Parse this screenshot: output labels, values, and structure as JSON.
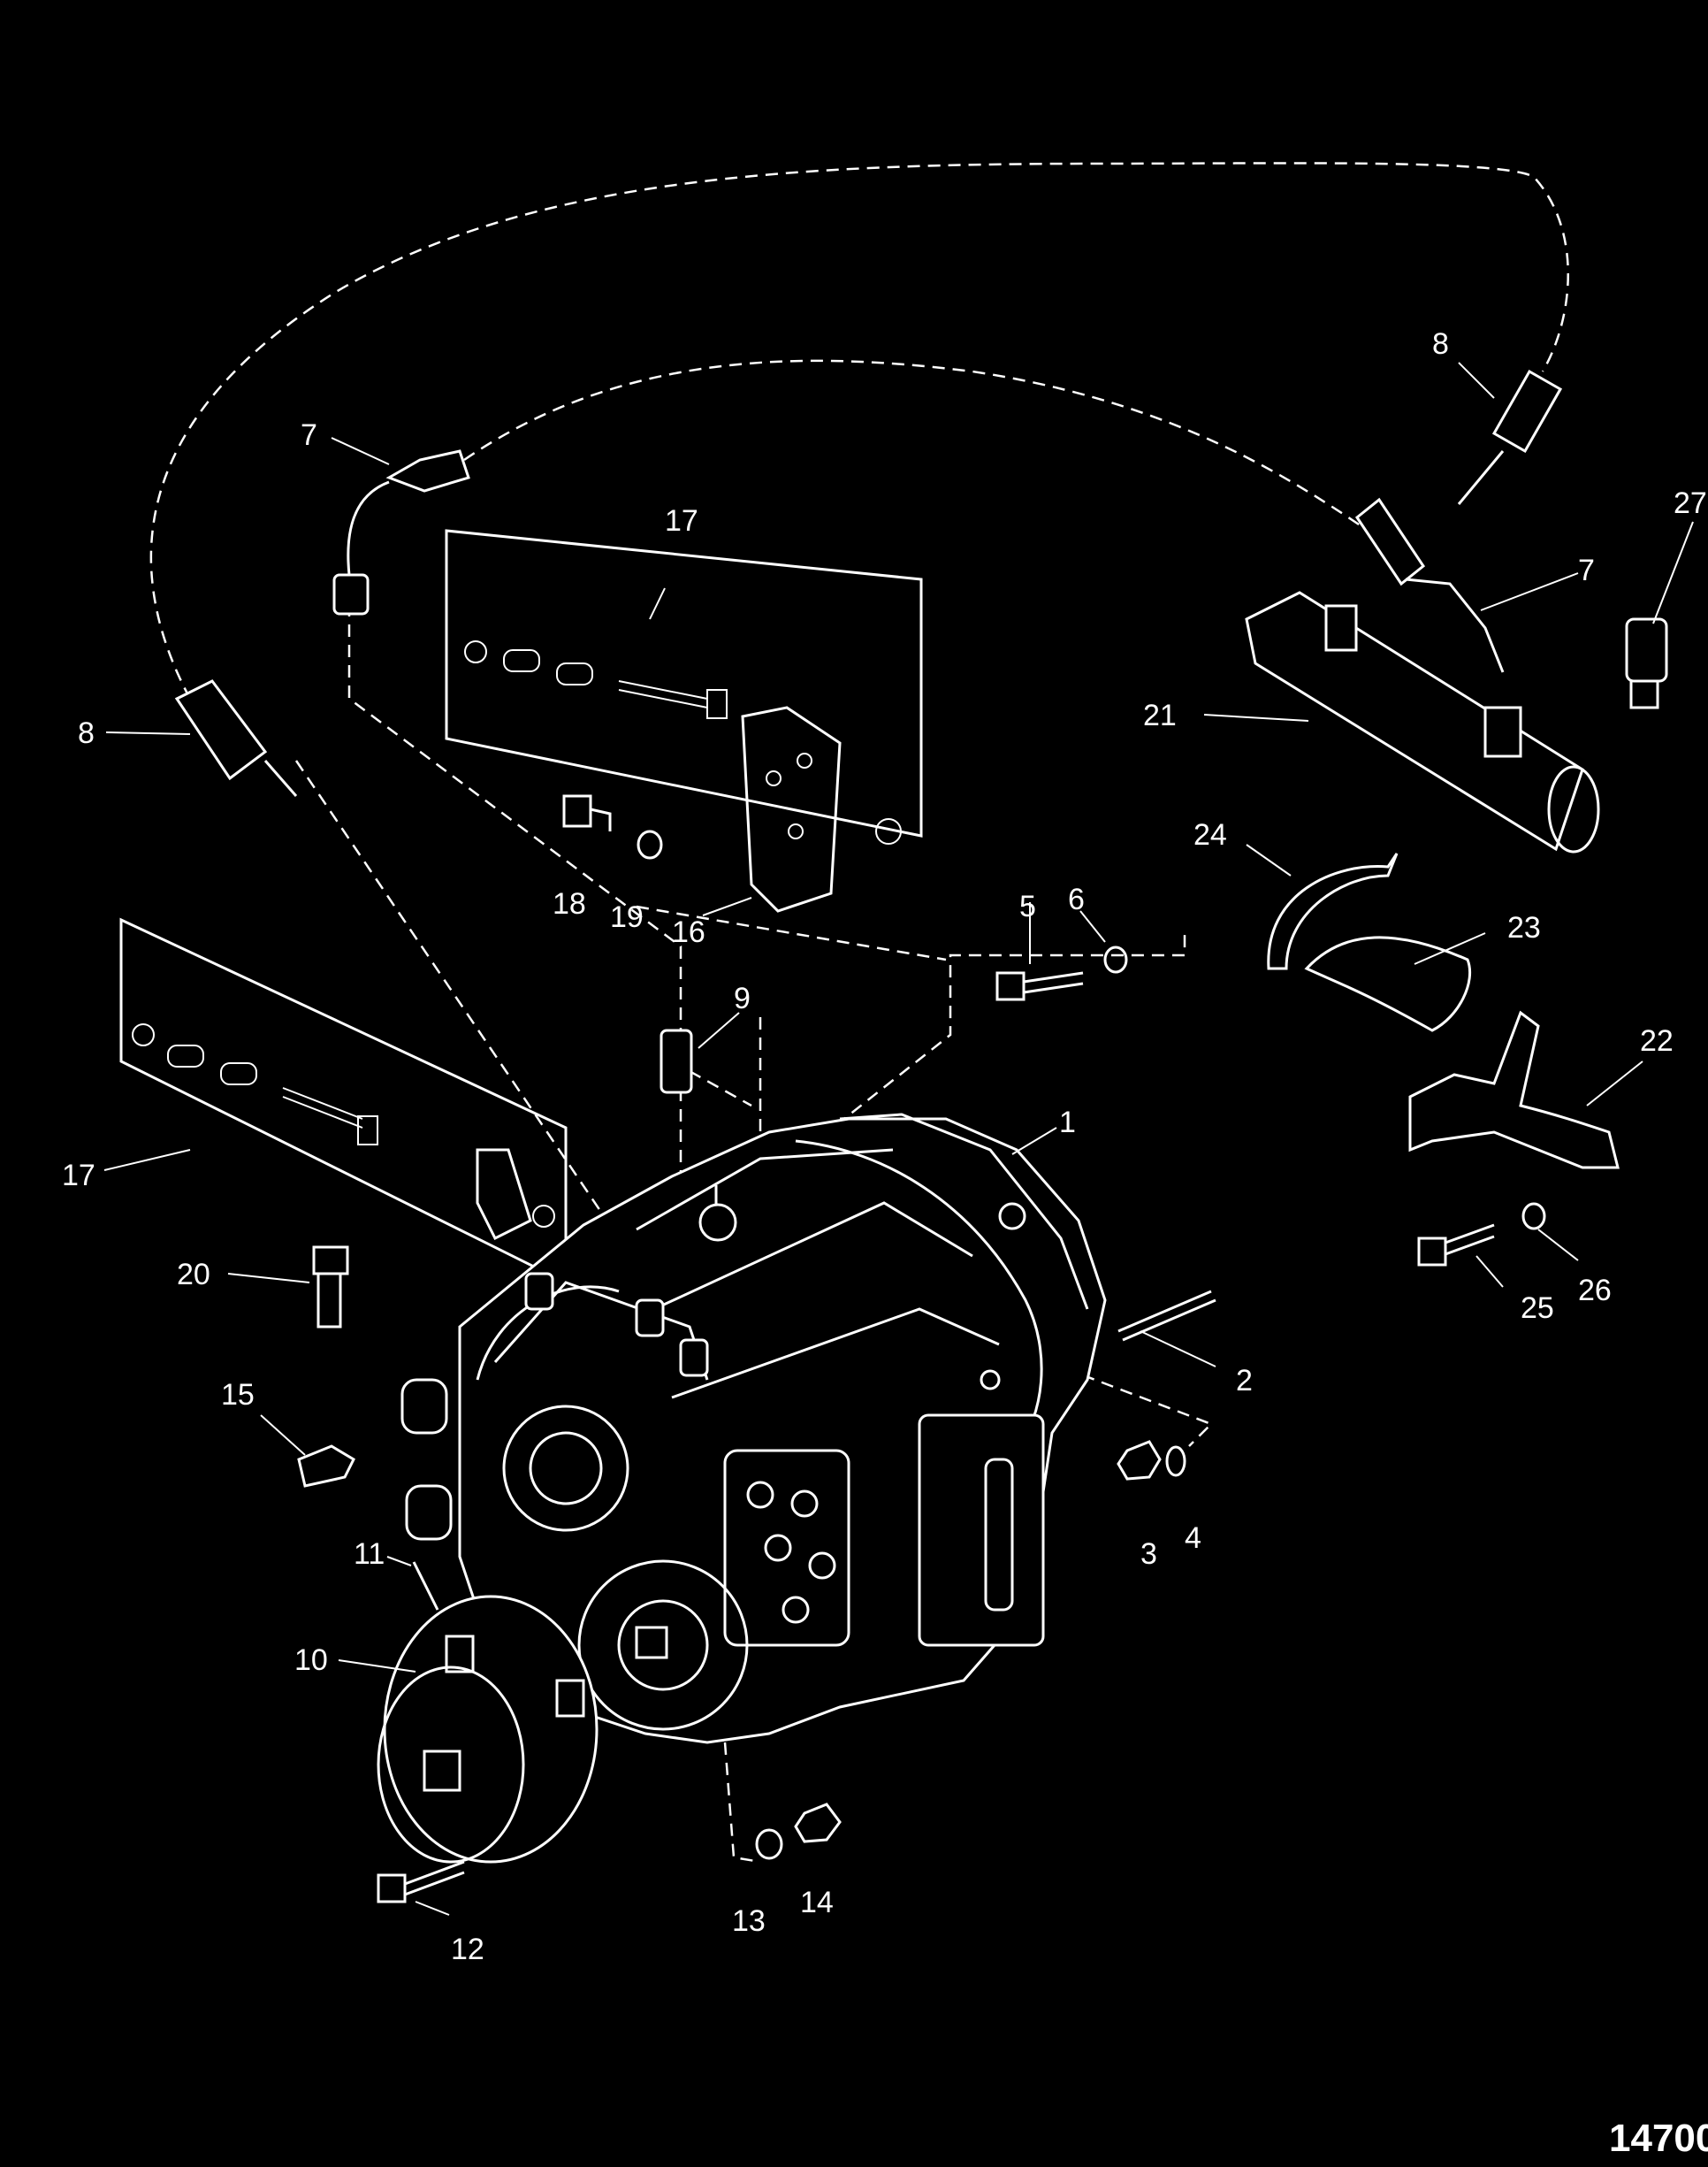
{
  "diagram": {
    "figure_number": "14700",
    "callouts": [
      {
        "id": "c1",
        "label": "1"
      },
      {
        "id": "c2",
        "label": "2"
      },
      {
        "id": "c3",
        "label": "3"
      },
      {
        "id": "c4",
        "label": "4"
      },
      {
        "id": "c5",
        "label": "5"
      },
      {
        "id": "c6",
        "label": "6"
      },
      {
        "id": "c7a",
        "label": "7"
      },
      {
        "id": "c7b",
        "label": "7"
      },
      {
        "id": "c8a",
        "label": "8"
      },
      {
        "id": "c8b",
        "label": "8"
      },
      {
        "id": "c9",
        "label": "9"
      },
      {
        "id": "c10",
        "label": "10"
      },
      {
        "id": "c11",
        "label": "11"
      },
      {
        "id": "c12",
        "label": "12"
      },
      {
        "id": "c13",
        "label": "13"
      },
      {
        "id": "c14",
        "label": "14"
      },
      {
        "id": "c15",
        "label": "15"
      },
      {
        "id": "c16",
        "label": "16"
      },
      {
        "id": "c17a",
        "label": "17"
      },
      {
        "id": "c17b",
        "label": "17"
      },
      {
        "id": "c18",
        "label": "18"
      },
      {
        "id": "c19",
        "label": "19"
      },
      {
        "id": "c20",
        "label": "20"
      },
      {
        "id": "c21",
        "label": "21"
      },
      {
        "id": "c22",
        "label": "22"
      },
      {
        "id": "c23",
        "label": "23"
      },
      {
        "id": "c24",
        "label": "24"
      },
      {
        "id": "c25",
        "label": "25"
      },
      {
        "id": "c26",
        "label": "26"
      },
      {
        "id": "c27",
        "label": "27"
      }
    ]
  }
}
